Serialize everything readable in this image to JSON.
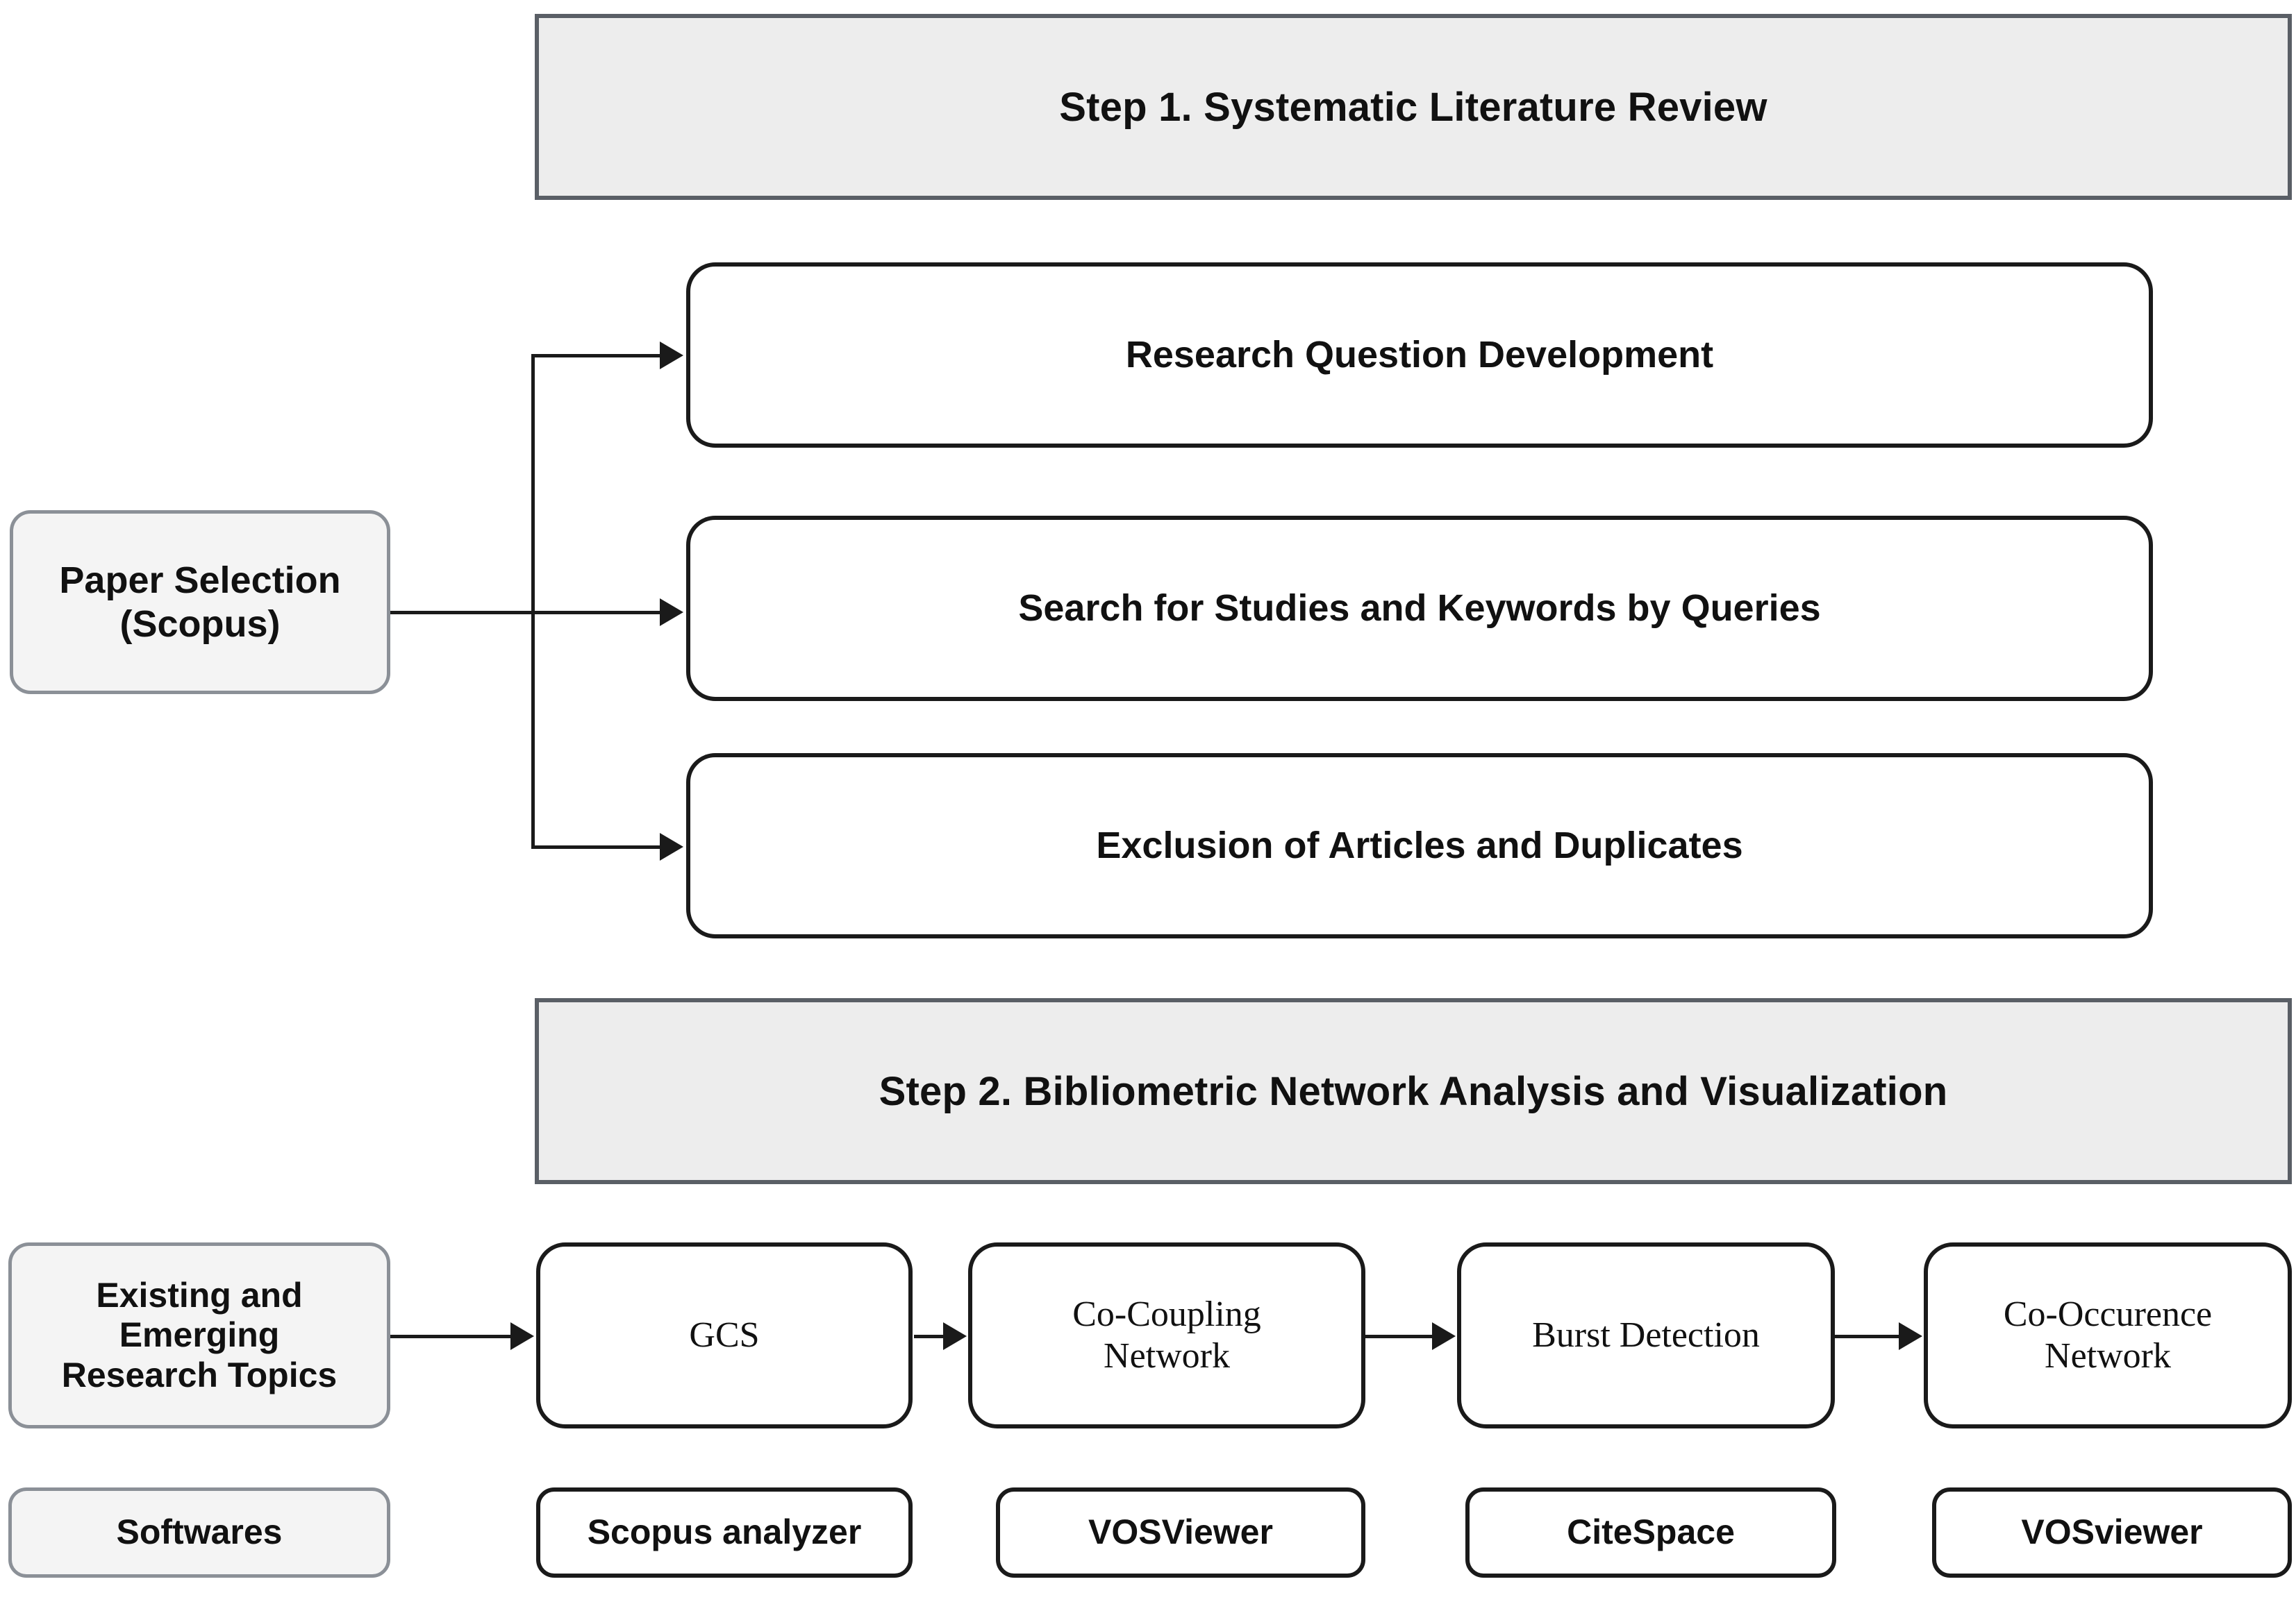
{
  "diagram": {
    "title": "Research methodology flowchart",
    "colors": {
      "header_fill": "#ededed",
      "header_border": "#5a5f66",
      "box_fill": "#ffffff",
      "box_border": "#1a1a1a",
      "input_box_fill": "#f4f4f4",
      "input_box_border": "#8b9097",
      "connector": "#1a1a1a"
    },
    "step1": {
      "header": "Step 1. Systematic Literature Review",
      "input": "Paper Selection\n(Scopus)",
      "input_line1": "Paper Selection",
      "input_line2": "(Scopus)",
      "items": [
        {
          "label": "Research Question Development"
        },
        {
          "label": "Search for Studies and Keywords by Queries"
        },
        {
          "label": "Exclusion of Articles and Duplicates"
        }
      ]
    },
    "step2": {
      "header": "Step 2. Bibliometric Network Analysis and Visualization",
      "input_line1": "Existing and",
      "input_line2": "Emerging",
      "input_line3": "Research Topics",
      "pipeline": [
        {
          "line1": "GCS",
          "line2": ""
        },
        {
          "line1": "Co-Coupling",
          "line2": "Network"
        },
        {
          "line1": "Burst Detection",
          "line2": ""
        },
        {
          "line1": "Co-Occurence",
          "line2": "Network"
        }
      ],
      "softwares_label": "Softwares",
      "softwares": [
        {
          "label": "Scopus analyzer"
        },
        {
          "label": "VOSViewer"
        },
        {
          "label": "CiteSpace"
        },
        {
          "label": "VOSviewer"
        }
      ]
    }
  }
}
